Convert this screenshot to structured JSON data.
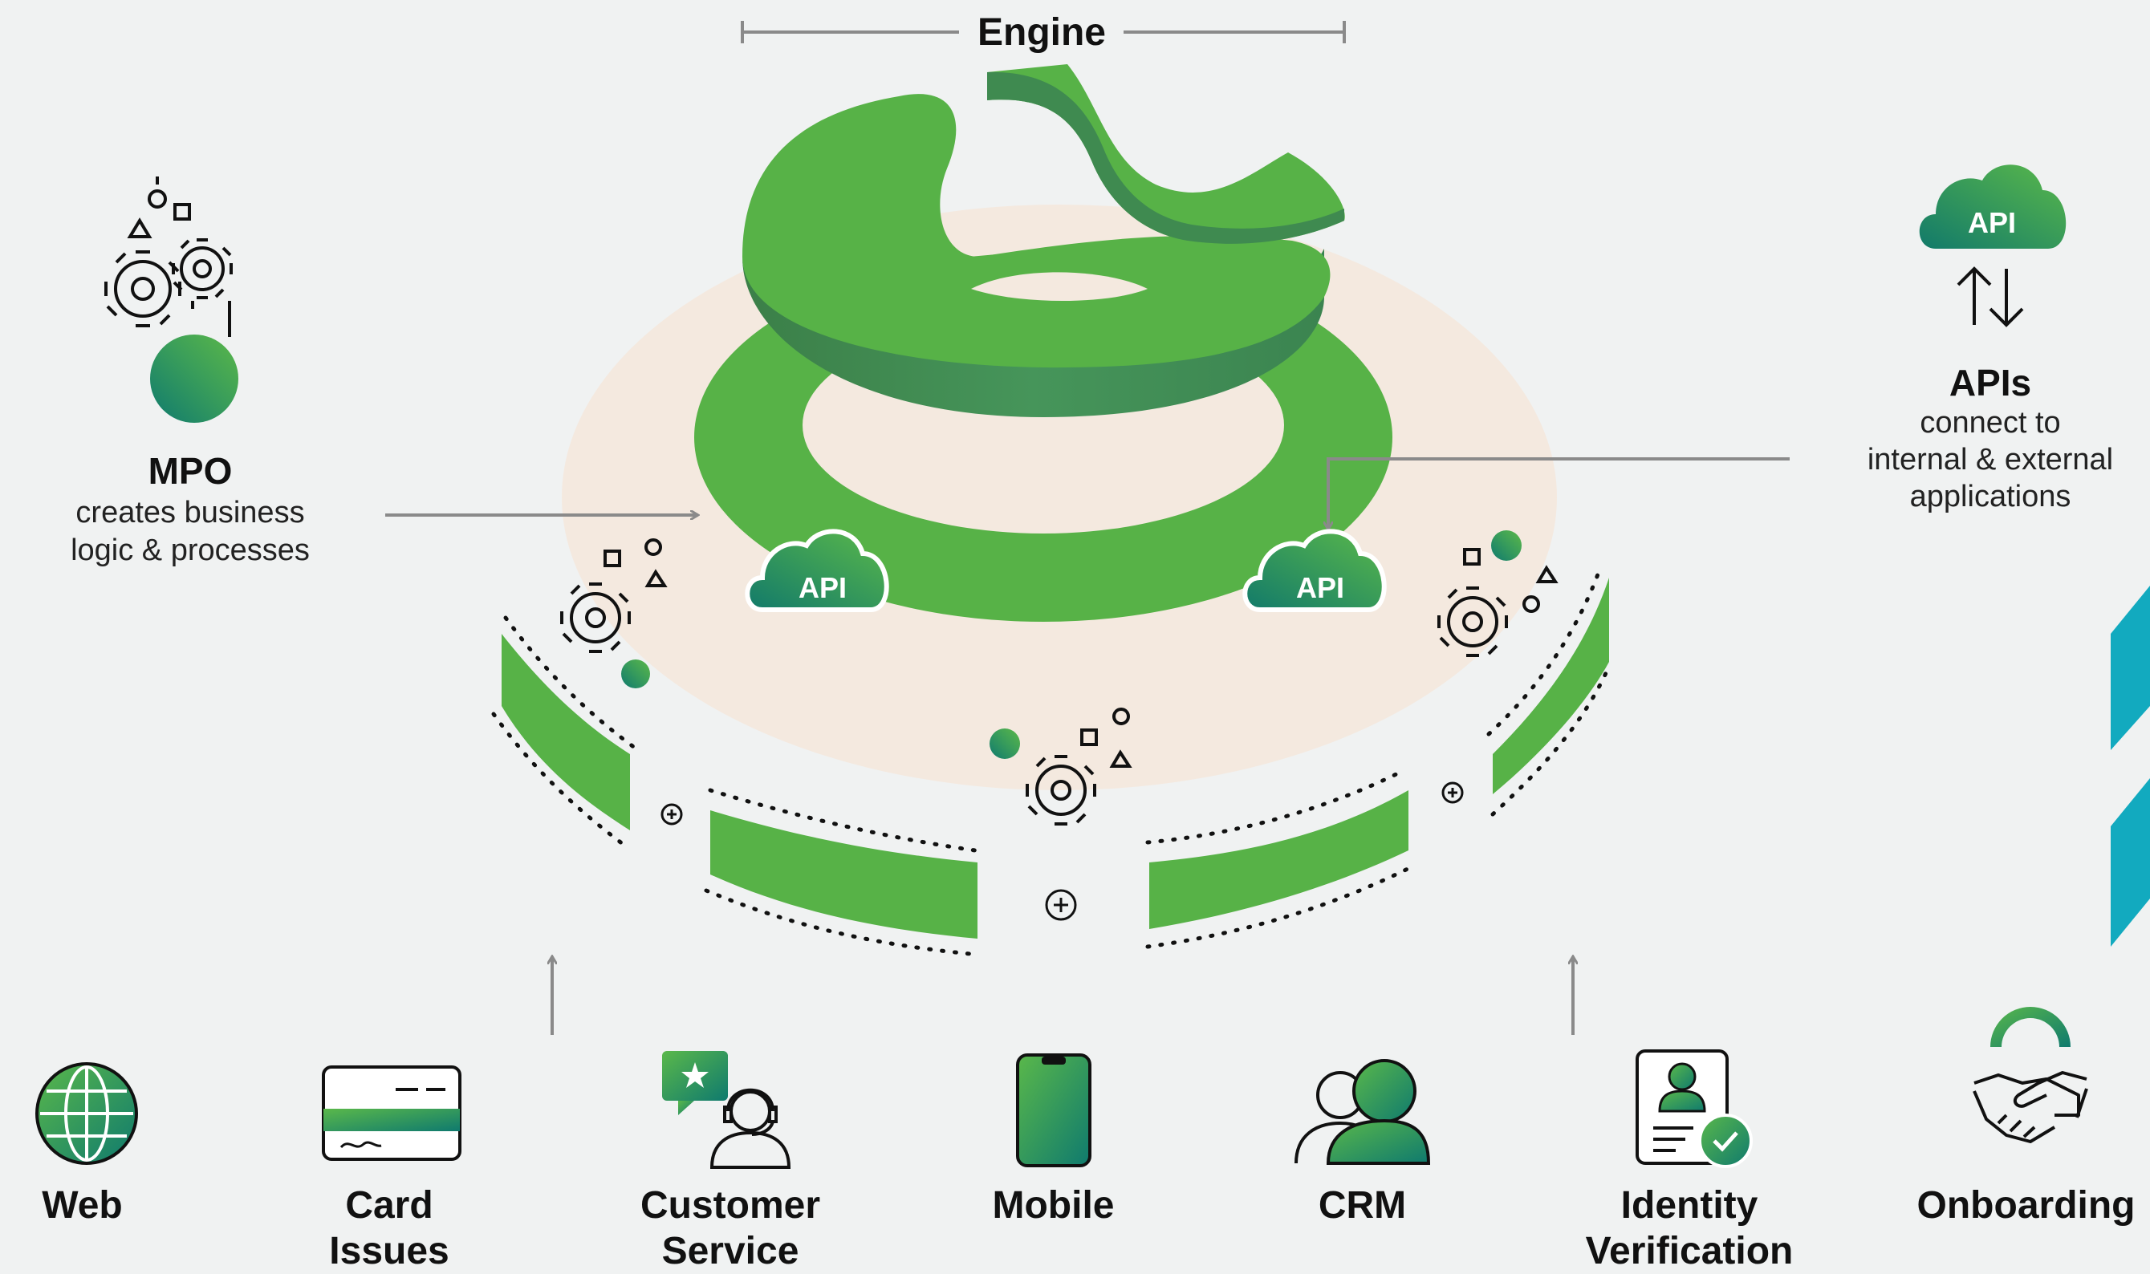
{
  "engine": {
    "title": "Engine"
  },
  "mpo": {
    "title": "MPO",
    "description_line1": "creates business",
    "description_line2": "logic & processes"
  },
  "apis": {
    "title": "APIs",
    "line1": "connect to",
    "line2": "internal & external",
    "line3": "applications",
    "badge": "API"
  },
  "ring_api_badges": [
    "API",
    "API"
  ],
  "channels": [
    {
      "line1": "Web",
      "line2": "",
      "icon": "globe-icon"
    },
    {
      "line1": "Card",
      "line2": "Issues",
      "icon": "credit-card-icon"
    },
    {
      "line1": "Customer",
      "line2": "Service",
      "icon": "headset-agent-icon"
    },
    {
      "line1": "Mobile",
      "line2": "",
      "icon": "smartphone-icon"
    },
    {
      "line1": "CRM",
      "line2": "",
      "icon": "people-icon"
    },
    {
      "line1": "Identity",
      "line2": "Verification",
      "icon": "id-badge-check-icon"
    },
    {
      "line1": "Onboarding",
      "line2": "",
      "icon": "handshake-icon"
    }
  ],
  "colors": {
    "green": "#57b247",
    "green_dark": "#3f8a50",
    "teal": "#0f7a6e",
    "halo": "#f4e9df",
    "arrow_gray": "#8a8a8a",
    "accent_cyan": "#12aabf",
    "background": "#f0f2f2"
  }
}
